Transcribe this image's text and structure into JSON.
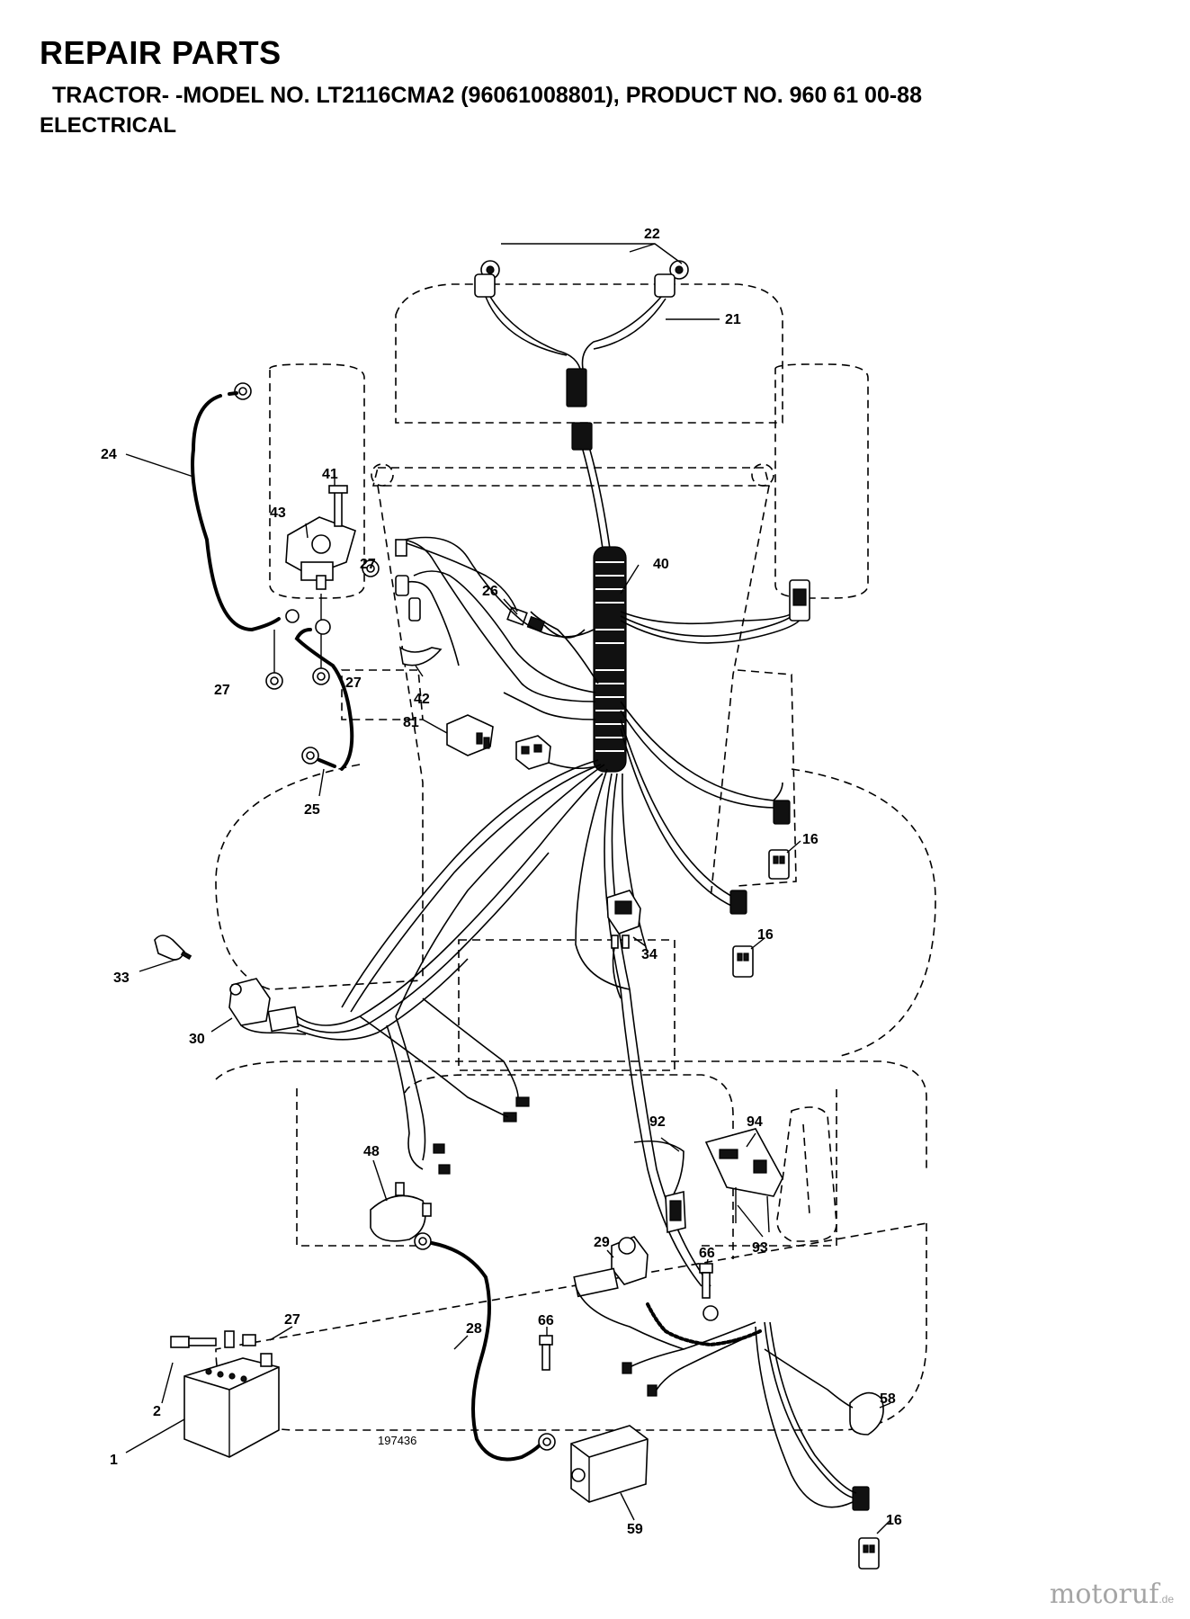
{
  "header": {
    "title": "REPAIR PARTS",
    "model_line": "TRACTOR- -MODEL NO. LT2116CMA2 (96061008801), PRODUCT NO. 960 61 00-88",
    "section": "ELECTRICAL"
  },
  "diagram": {
    "reference_number": "197436",
    "callouts": [
      "22",
      "21",
      "24",
      "41",
      "43",
      "27",
      "40",
      "26",
      "42",
      "81",
      "25",
      "16",
      "34",
      "33",
      "30",
      "48",
      "92",
      "94",
      "93",
      "29",
      "66",
      "28",
      "2",
      "1",
      "58",
      "59"
    ]
  },
  "watermark": {
    "text": "motoruf",
    "suffix": ".de"
  }
}
